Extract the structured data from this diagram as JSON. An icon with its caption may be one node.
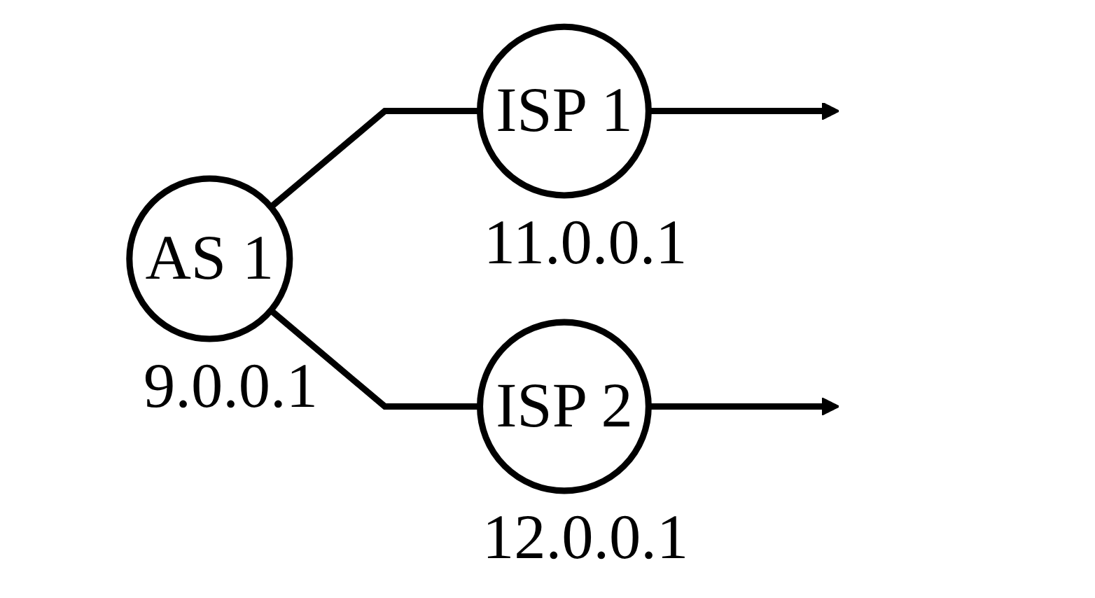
{
  "diagram": {
    "nodes": [
      {
        "text": [
          "AS 1"
        ],
        "beside": [
          "9.0.0.1"
        ]
      },
      {
        "text": [
          "ISP 1"
        ],
        "beside": [
          "11.0.0.1"
        ]
      },
      {
        "text": [
          "ISP 2"
        ],
        "beside": [
          "12.0.0.1"
        ]
      }
    ],
    "edges": [
      {
        "from": 0,
        "to": 1,
        "arrow": "none"
      },
      {
        "from": 0,
        "to": 2,
        "arrow": "none"
      },
      {
        "from": 1,
        "to": null,
        "arrow": "to"
      },
      {
        "from": 2,
        "to": null,
        "arrow": "to"
      }
    ]
  }
}
